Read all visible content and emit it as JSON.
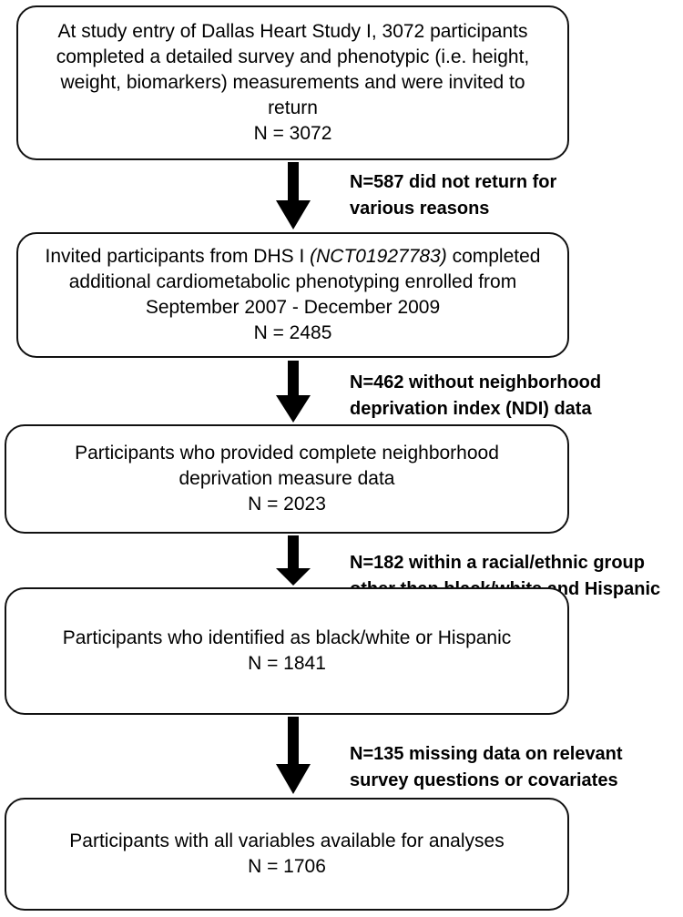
{
  "boxes": [
    {
      "lines": [
        "At study entry of Dallas Heart Study I, 3072 participants",
        "completed a detailed survey and phenotypic (i.e. height,",
        "weight, biomarkers) measurements and were invited to",
        "return"
      ],
      "n": "N = 3072"
    },
    {
      "line1_pre": "Invited participants from DHS I ",
      "line1_italic": "(NCT01927783)",
      "line1_post": " completed",
      "lines": [
        "additional cardiometabolic phenotyping enrolled from",
        "September 2007 - December 2009"
      ],
      "n": "N = 2485"
    },
    {
      "lines": [
        "Participants who provided complete neighborhood",
        "deprivation measure data"
      ],
      "n": "N = 2023"
    },
    {
      "lines": [
        "Participants who identified as black/white or Hispanic"
      ],
      "n": "N = 1841"
    },
    {
      "lines": [
        "Participants with all variables available for analyses"
      ],
      "n": "N = 1706"
    }
  ],
  "exclusions": [
    {
      "lines": [
        "N=587 did not return for",
        "various reasons"
      ]
    },
    {
      "lines": [
        "N=462 without neighborhood",
        "deprivation index (NDI) data"
      ]
    },
    {
      "lines": [
        "N=182 within a racial/ethnic group",
        "other than black/white and Hispanic"
      ]
    },
    {
      "lines": [
        "N=135 missing data on relevant",
        "survey questions or covariates"
      ]
    }
  ]
}
